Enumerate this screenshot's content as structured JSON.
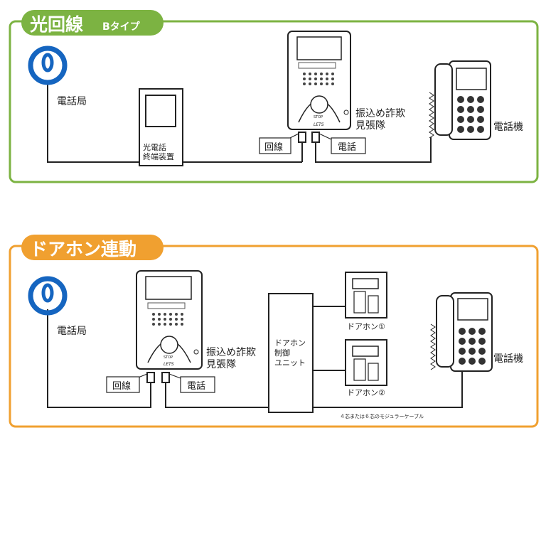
{
  "colors": {
    "section1_accent": "#7cb342",
    "section2_accent": "#f0a030",
    "ntt_logo": "#1565c0",
    "line": "#222222"
  },
  "section1": {
    "title_main": "光回線",
    "title_sub": "Bタイプ",
    "office_label": "電話局",
    "onu_label_line1": "光電話",
    "onu_label_line2": "終端装置",
    "device_label_line1": "振込め詐欺",
    "device_label_line2": "見張隊",
    "device_brand": "LETS",
    "device_button": "STOP",
    "port_line_label": "回線",
    "port_phone_label": "電話",
    "phone_label": "電話機"
  },
  "section2": {
    "title_main": "ドアホン連動",
    "office_label": "電話局",
    "device_label_line1": "振込め詐欺",
    "device_label_line2": "見張隊",
    "device_brand": "LETS",
    "device_button": "STOP",
    "port_line_label": "回線",
    "port_phone_label": "電話",
    "control_label_line1": "ドアホン",
    "control_label_line2": "制御",
    "control_label_line3": "ユニット",
    "doorphone1_label": "ドアホン①",
    "doorphone2_label": "ドアホン②",
    "cable_note": "４芯または６芯のモジュラーケーブル",
    "phone_label": "電話機"
  }
}
